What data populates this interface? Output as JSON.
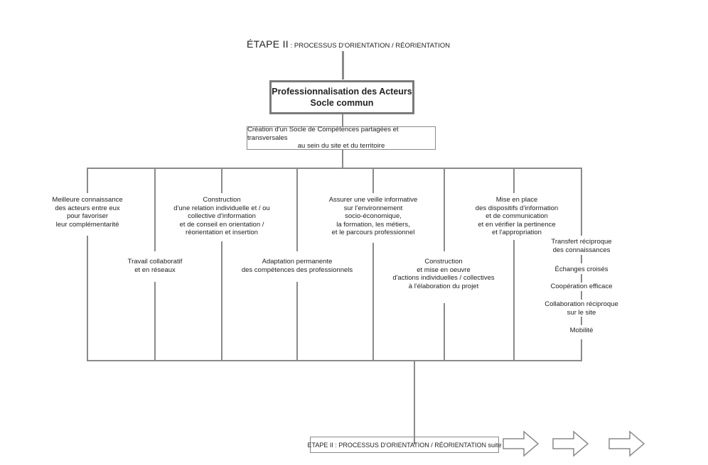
{
  "title": {
    "big": "ÉTAPE II",
    "small": " : PROCESSUS D'ORIENTATION / RÉORIENTATION"
  },
  "main_box": {
    "line1": "Professionnalisation des Acteurs",
    "line2": "Socle commun"
  },
  "sub_box": {
    "line1": "Création d'un Socle de Compétences partagées et transversales",
    "line2": "au sein du site et du territoire"
  },
  "nodes": {
    "n1": [
      "Meilleure connaissance",
      "des acteurs entre eux",
      "pour favoriser",
      "leur complémentarité"
    ],
    "n2": [
      "Travail collaboratif",
      "et en réseaux"
    ],
    "n3": [
      "Construction",
      "d'une relation individuelle et / ou",
      "collective d'information",
      "et de conseil en orientation /",
      "réorientation et insertion"
    ],
    "n4": [
      "Adaptation permanente",
      "des compétences des professionnels"
    ],
    "n5": [
      "Assurer une veille informative",
      "sur l'environnement",
      "socio-économique,",
      "la formation, les métiers,",
      "et le parcours professionnel"
    ],
    "n6": [
      "Construction",
      "et mise en oeuvre",
      "d'actions individuelles / collectives",
      "à l'élaboration du projet"
    ],
    "n7": [
      "Mise en place",
      "des dispositifs d'information",
      "et de communication",
      "et en vérifier la pertinence",
      "et l'appropriation"
    ]
  },
  "sublist": [
    [
      "Transfert  réciproque",
      "des connaissances"
    ],
    [
      "Échanges croisés"
    ],
    [
      "Coopération efficace"
    ],
    [
      "Collaboration réciproque",
      "sur le site"
    ],
    [
      "Mobilité"
    ]
  ],
  "bottom_box": "ETAPE II : PROCESSUS D'ORIENTATION / RÉORIENTATION suite"
}
